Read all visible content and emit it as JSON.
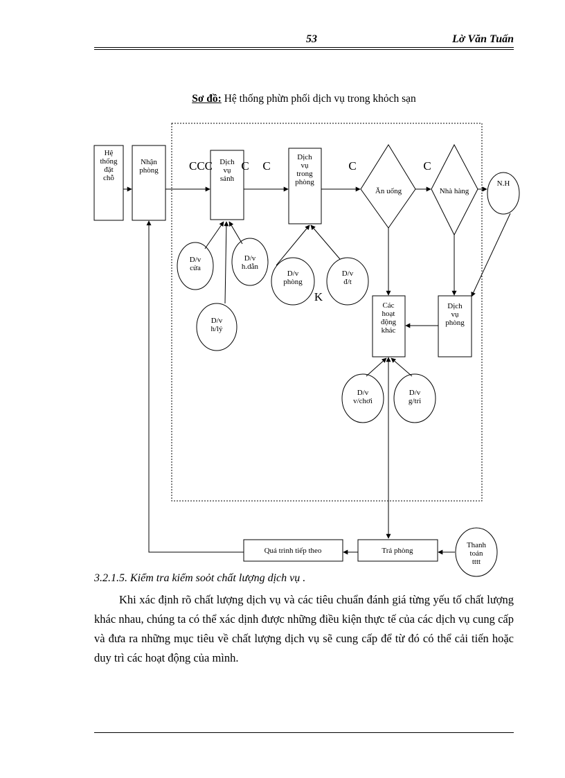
{
  "header": {
    "page_number": "53",
    "author": "Lờ Văn Tuấn"
  },
  "diagram_title": {
    "prefix": "Sơ đồ:",
    "text": " Hệ thống phừn phối dịch vụ trong khỏch sạn"
  },
  "diagram": {
    "boxes": {
      "he_thong": [
        "Hệ",
        "thống",
        "đặt",
        "chỗ"
      ],
      "nhan_phong": [
        "Nhận",
        "phòng"
      ],
      "dich_vu_sanh": [
        "Dịch",
        "vụ",
        "sảnh"
      ],
      "dich_vu_trong_phong": [
        "Dịch",
        "vụ",
        "trong",
        "phòng"
      ],
      "cac_hoat_dong_khac": [
        "Các",
        "hoạt",
        "động",
        "khác"
      ],
      "dich_vu_phong": [
        "Dịch",
        "vụ",
        "phòng"
      ],
      "qua_trinh_tiep_theo": "Quá trình tiếp theo",
      "tra_phong": "Trả phòng"
    },
    "diamonds": {
      "an_uong": "Ăn uống",
      "nha_hang": "Nhà hàng"
    },
    "circles": {
      "nh": [
        "N.H"
      ],
      "dv_cua": [
        "D/v",
        "cửa"
      ],
      "dv_hdan": [
        "D/v",
        "h.dẫn"
      ],
      "dv_hly": [
        "D/v",
        "h/lý"
      ],
      "dv_phong": [
        "D/v",
        "phòng"
      ],
      "dv_dt": [
        "D/v",
        "đ/t"
      ],
      "dv_vchoi": [
        "D/v",
        "v/chơi"
      ],
      "dv_gtri": [
        "D/v",
        "g/tri"
      ],
      "thanh_toan": [
        "Thanh",
        "toán",
        "tttt"
      ]
    },
    "stray_labels": {
      "ccc": "CCC",
      "c1": "C",
      "c2": "C",
      "c3": "C",
      "c4": "C",
      "k": "K"
    }
  },
  "section": {
    "heading": "3.2.1.5. Kiểm tra kiểm soỏt chất lượng dịch vụ .",
    "paragraph": "Khi xác định rõ chất lượng dịch vụ và các tiêu chuẩn đánh giá từng yếu tố chất lượng khác nhau, chúng ta có thể xác dịnh được những điều kiện thực tế của các dịch vụ cung cấp và đưa ra những mục tiêu về chất lượng dịch vụ sẽ cung cấp để từ đó có thể cải tiến hoặc duy trì các hoạt động của mình."
  }
}
